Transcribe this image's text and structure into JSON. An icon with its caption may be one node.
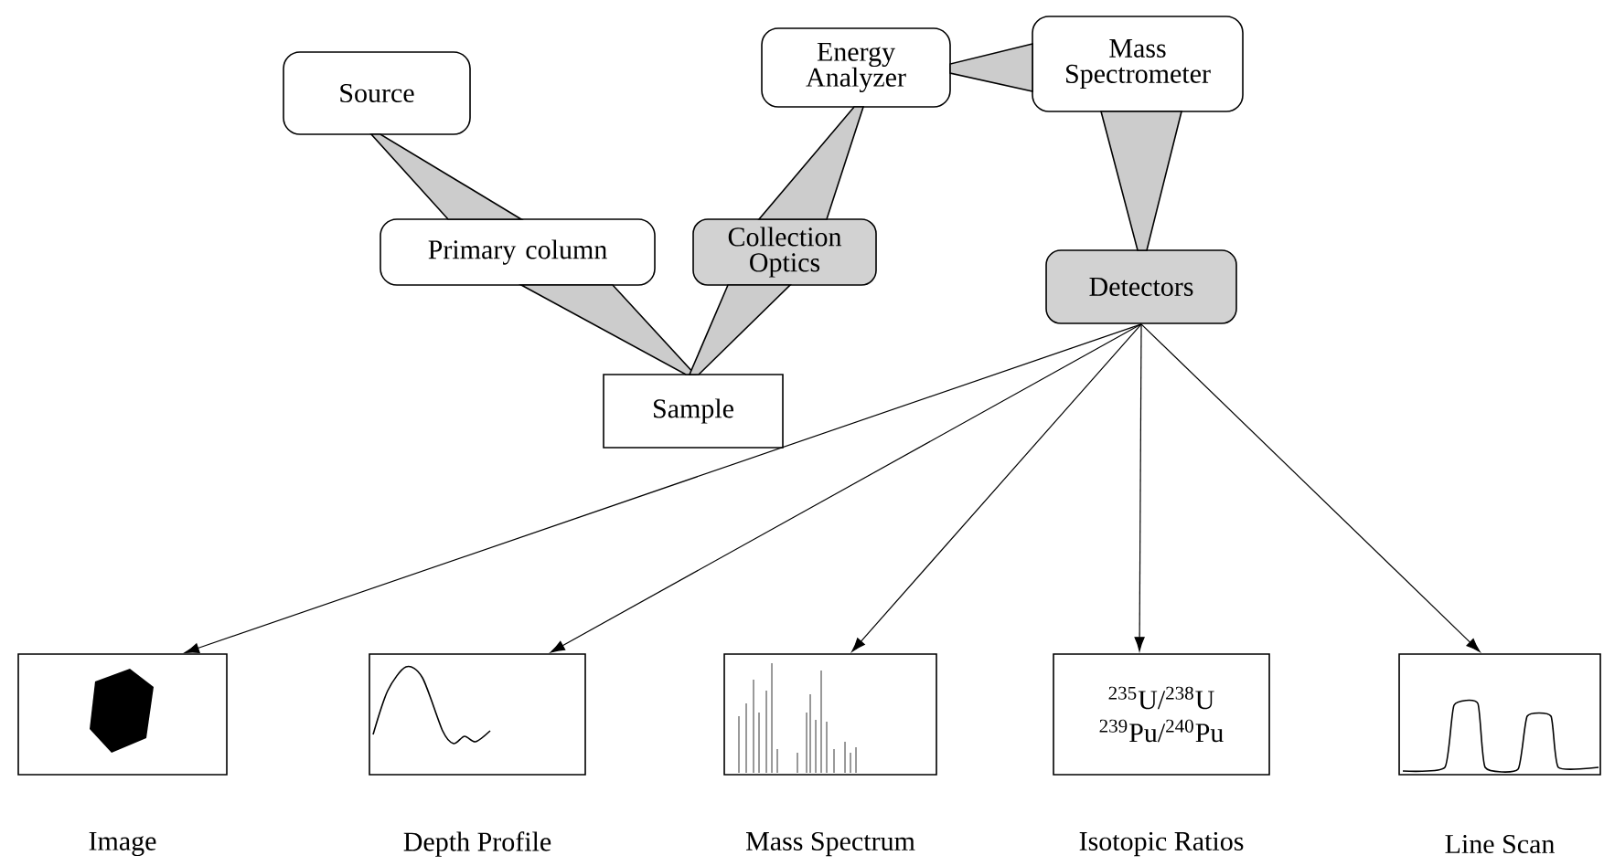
{
  "diagram": {
    "nodes": [
      {
        "text": [
          "Source"
        ]
      },
      {
        "text": [
          "Primary column"
        ]
      },
      {
        "text": [
          "Sample"
        ]
      },
      {
        "text": [
          "Collection Optics"
        ]
      },
      {
        "text": [
          "Energy Analyzer"
        ]
      },
      {
        "text": [
          "Mass Spectrometer"
        ]
      },
      {
        "text": [
          "Detectors"
        ]
      },
      {
        "text": [],
        "shape": "picture",
        "beside": [
          "Image"
        ]
      },
      {
        "text": [],
        "shape": "picture",
        "beside": [
          "Depth Profile"
        ]
      },
      {
        "text": [],
        "shape": "picture",
        "beside": [
          "Mass Spectrum"
        ]
      },
      {
        "text": [
          "$^{235}$U/$^{238}$U",
          "$^{239}$Pu/$^{240}$Pu"
        ],
        "beside": [
          "Isotopic Ratios"
        ]
      },
      {
        "text": [],
        "shape": "picture",
        "beside": [
          "Line Scan"
        ]
      }
    ],
    "edges": [
      {
        "from": 0,
        "to": 1,
        "arrow": "none"
      },
      {
        "from": 1,
        "to": 2,
        "arrow": "none"
      },
      {
        "from": 2,
        "to": 3,
        "arrow": "none"
      },
      {
        "from": 3,
        "to": 4,
        "arrow": "none"
      },
      {
        "from": 4,
        "to": 5,
        "arrow": "none"
      },
      {
        "from": 5,
        "to": 6,
        "arrow": "none"
      },
      {
        "from": 6,
        "to": 7,
        "arrow": "to"
      },
      {
        "from": 6,
        "to": 8,
        "arrow": "to"
      },
      {
        "from": 6,
        "to": 9,
        "arrow": "to"
      },
      {
        "from": 6,
        "to": 10,
        "arrow": "to"
      },
      {
        "from": 6,
        "to": 11,
        "arrow": "to"
      }
    ]
  }
}
